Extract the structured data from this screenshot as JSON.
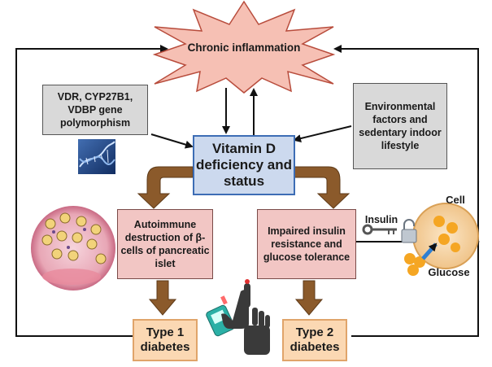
{
  "inflammation": {
    "label": "Chronic inflammation",
    "color": "#f6c0b4"
  },
  "gene_box": {
    "label": "VDR, CYP27B1, VDBP gene polymorphism"
  },
  "env_box": {
    "label": "Environmental factors and sedentary indoor lifestyle"
  },
  "vitamin_box": {
    "label": "Vitamin D deficiency and status"
  },
  "autoimmune_box": {
    "label": "Autoimmune destruction of β-cells of pancreatic islet"
  },
  "insulin_box": {
    "label": "Impaired insulin resistance and glucose tolerance"
  },
  "type1_box": {
    "label": "Type 1 diabetes"
  },
  "type2_box": {
    "label": "Type 2 diabetes"
  },
  "cell_diagram": {
    "cell_label": "Cell",
    "insulin_label": "Insulin",
    "glucose_label": "Glucose"
  },
  "icons": [
    "dna-icon",
    "islet-cells-icon",
    "glucometer-finger-icon",
    "key-lock-icon"
  ],
  "colors": {
    "arrow_brown": "#8b5a2b",
    "vitamin_border": "#3d6db5",
    "orange_box": "#fbd8b3"
  }
}
